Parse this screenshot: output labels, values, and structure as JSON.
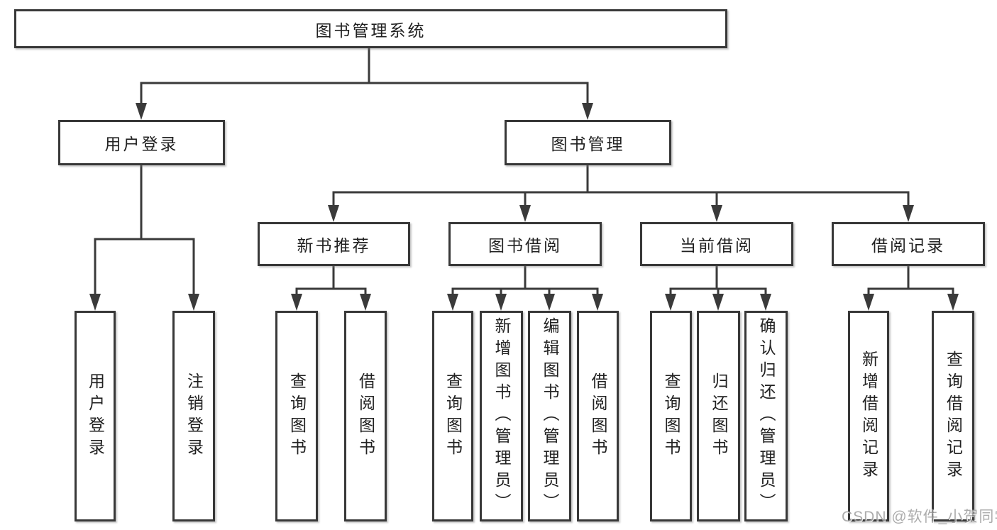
{
  "diagram": {
    "type": "hierarchy-tree",
    "root": {
      "label": "图书管理系统"
    },
    "level1": [
      {
        "label": "用户登录"
      },
      {
        "label": "图书管理"
      }
    ],
    "level2": [
      {
        "label": "新书推荐"
      },
      {
        "label": "图书借阅"
      },
      {
        "label": "当前借阅"
      },
      {
        "label": "借阅记录"
      }
    ],
    "leaves": {
      "user_login": [
        "用户登录",
        "注销登录"
      ],
      "new_books": [
        "查询图书",
        "借阅图书"
      ],
      "book_borrow": [
        "查询图书",
        "新增图书（管理员）",
        "编辑图书（管理员）",
        "借阅图书"
      ],
      "current_borrow": [
        "查询图书",
        "归还图书",
        "确认归还（管理员）"
      ],
      "borrow_records": [
        "新增借阅记录",
        "查询借阅记录"
      ]
    },
    "colors": {
      "line": "#3a3a3a",
      "border": "#383838",
      "text": "#212121",
      "background": "#ffffff",
      "watermark": "#9e9e9e"
    },
    "watermark": "CSDN @软件_小贺同学"
  }
}
